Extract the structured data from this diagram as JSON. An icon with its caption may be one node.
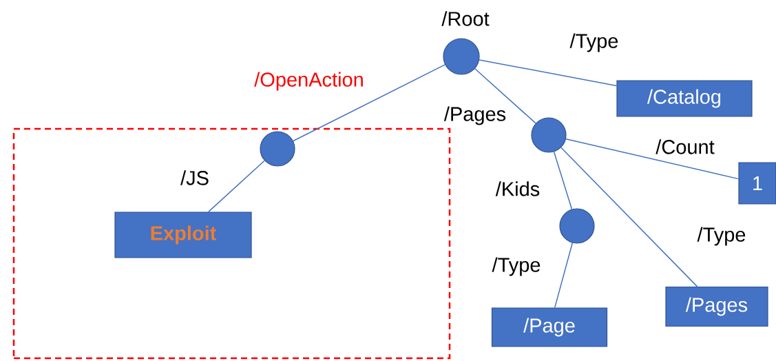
{
  "diagram": {
    "nodes": [
      {
        "text": [],
        "shape": "circle",
        "beside": [
          "/Root"
        ]
      },
      {
        "text": [
          "/Catalog"
        ]
      },
      {
        "text": [],
        "shape": "box"
      },
      {
        "text": [],
        "shape": "circle",
        "in": 2
      },
      {
        "text": [],
        "shape": "circle"
      },
      {
        "text": [
          "1"
        ]
      },
      {
        "text": [
          "Exploit"
        ],
        "in": 2
      },
      {
        "text": [],
        "shape": "circle"
      },
      {
        "text": [
          "/Pages"
        ]
      },
      {
        "text": [
          "/Page"
        ]
      }
    ],
    "edges": [
      {
        "from": 0,
        "to": 1,
        "arrow": "none",
        "label": "/Type"
      },
      {
        "from": 0,
        "to": 3,
        "arrow": "none",
        "label": "/OpenAction"
      },
      {
        "from": 0,
        "to": 4,
        "arrow": "none",
        "label": "/Pages"
      },
      {
        "from": 3,
        "to": 6,
        "arrow": "none",
        "label": "/JS"
      },
      {
        "from": 4,
        "to": 5,
        "arrow": "none",
        "label": "/Count"
      },
      {
        "from": 4,
        "to": 7,
        "arrow": "none",
        "label": "/Kids"
      },
      {
        "from": 4,
        "to": 8,
        "arrow": "none",
        "label": "/Type"
      },
      {
        "from": 7,
        "to": 9,
        "arrow": "none",
        "label": "/Type"
      }
    ]
  }
}
